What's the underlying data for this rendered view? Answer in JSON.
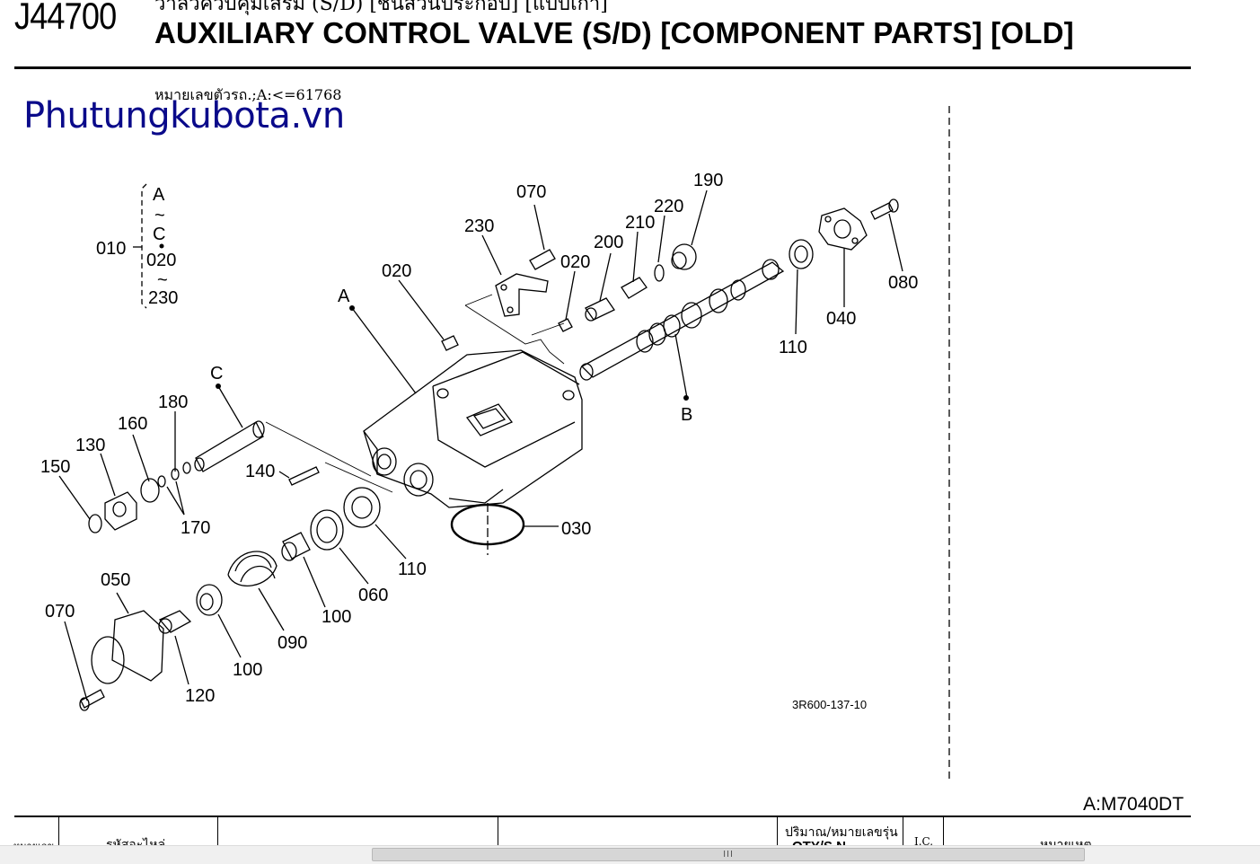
{
  "header": {
    "page_code": "J44700",
    "title_thai": "วาล์วควบคุมเสริม (S/D) [ชิ้นส่วนประกอบ] [แบบเก่า]",
    "title_en": "AUXILIARY CONTROL VALVE (S/D) [COMPONENT PARTS] [OLD]"
  },
  "serial_note": "หมายเลขตัวรถ.;A:<=61768",
  "watermark": "Phutungkubota.vn",
  "diagram": {
    "drawing_code": "3R600-137-10",
    "legend_lines": [
      "A",
      "~",
      "C",
      "020",
      "~",
      "230"
    ],
    "legend_number": "010",
    "part_labels": {
      "p070a": "070",
      "p230": "230",
      "p020a": "020",
      "p200": "200",
      "p210": "210",
      "p220": "220",
      "p190": "190",
      "p080": "080",
      "p040": "040",
      "p110a": "110",
      "p020b": "020",
      "pA": "A",
      "pB": "B",
      "pC": "C",
      "p180": "180",
      "p160": "160",
      "p130": "130",
      "p150": "150",
      "p170": "170",
      "p140": "140",
      "p030": "030",
      "p110b": "110",
      "p060": "060",
      "p100a": "100",
      "p090": "090",
      "p100b": "100",
      "p050": "050",
      "p070b": "070",
      "p120": "120"
    }
  },
  "model": "A:M7040DT",
  "table_header": {
    "col_no": "หมายเลข",
    "col_part_code": "รหัสอะไหล่",
    "col_qty_model": "ปริมาณ/หมายเลขรุ่น",
    "col_qty_sub": "QTY/S.N.",
    "col_ic": "I.C.",
    "col_remarks": "หมายเหตุ"
  },
  "scrollbar": {
    "grip": "III"
  }
}
